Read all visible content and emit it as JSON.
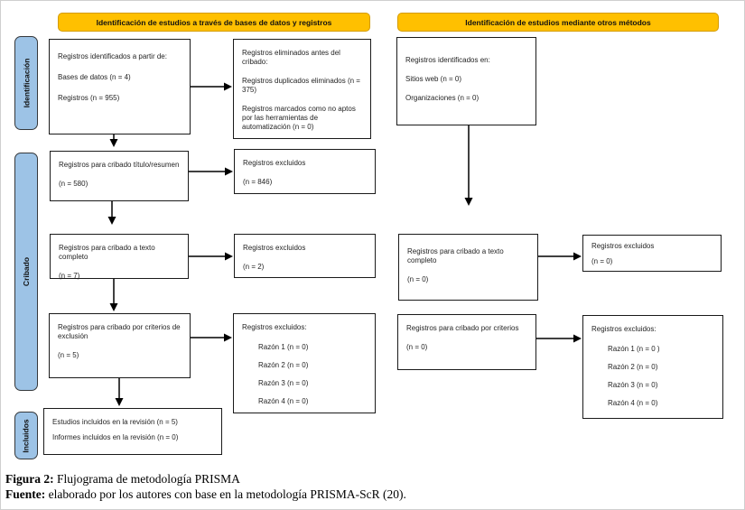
{
  "banners": {
    "databases": "Identificación de estudios a través de bases de datos y registros",
    "other_methods": "Identificación de estudios mediante otros métodos"
  },
  "stages": {
    "identification": "Identificación",
    "screening": "Cribado",
    "included": "Incluidos"
  },
  "boxes": {
    "db_identified": {
      "lines": [
        "Registros identificados a partir de:",
        "Bases de datos (n = 4)",
        "Registros (n = 955)"
      ]
    },
    "removed_before_screening": {
      "lines": [
        "Registros eliminados antes del cribado:",
        "Registros duplicados eliminados (n = 375)",
        "Registros marcados como no aptos por las herramientas de automatización (n = 0)"
      ]
    },
    "screened_title_abstract": {
      "lines": [
        "Registros para cribado título/resumen",
        "(n = 580)"
      ]
    },
    "excluded_title_abstract": {
      "lines": [
        "Registros excluidos",
        "(n = 846)"
      ]
    },
    "fulltext_screening": {
      "lines": [
        "Registros para cribado a texto completo",
        "(n = 7)"
      ]
    },
    "excluded_fulltext": {
      "lines": [
        "Registros excluidos",
        "(n = 2)"
      ]
    },
    "criteria_screening": {
      "lines": [
        "Registros para cribado por criterios de exclusión",
        "(n = 5)"
      ]
    },
    "excluded_criteria": {
      "title": "Registros excluidos:",
      "reasons": [
        "Razón 1 (n = 0)",
        "Razón 2 (n = 0)",
        "Razón 3 (n = 0)",
        "Razón 4 (n = 0)"
      ]
    },
    "included_studies": {
      "lines": [
        "Estudios incluidos en la revisión (n = 5)",
        "Informes incluidos en la revisión (n = 0)"
      ]
    },
    "other_identified": {
      "lines": [
        "Registros identificados en:",
        "Sitios web (n = 0)",
        "Organizaciones (n = 0)"
      ]
    },
    "fulltext_screening_other": {
      "lines": [
        "Registros para cribado a texto completo",
        "(n = 0)"
      ]
    },
    "excluded_fulltext_other": {
      "lines": [
        "Registros excluidos",
        "(n = 0)"
      ]
    },
    "criteria_screening_other": {
      "lines": [
        "Registros para cribado por criterios",
        "(n = 0)"
      ]
    },
    "excluded_criteria_other": {
      "title": "Registros excluidos:",
      "reasons": [
        "Razón 1 (n = 0 )",
        "Razón 2 (n = 0)",
        "Razón 3 (n = 0)",
        "Razón 4 (n = 0)"
      ]
    }
  },
  "caption": {
    "figure_label": "Figura 2:",
    "figure_text": " Flujograma de metodología PRISMA",
    "source_label": "Fuente:",
    "source_text": " elaborado por los autores con base en la metodología PRISMA-ScR (20)."
  },
  "colors": {
    "banner_fill": "#FFC000",
    "banner_border": "#D49B00",
    "stage_fill": "#9DC3E6",
    "box_border": "#1A1A1A",
    "arrow": "#000000"
  }
}
